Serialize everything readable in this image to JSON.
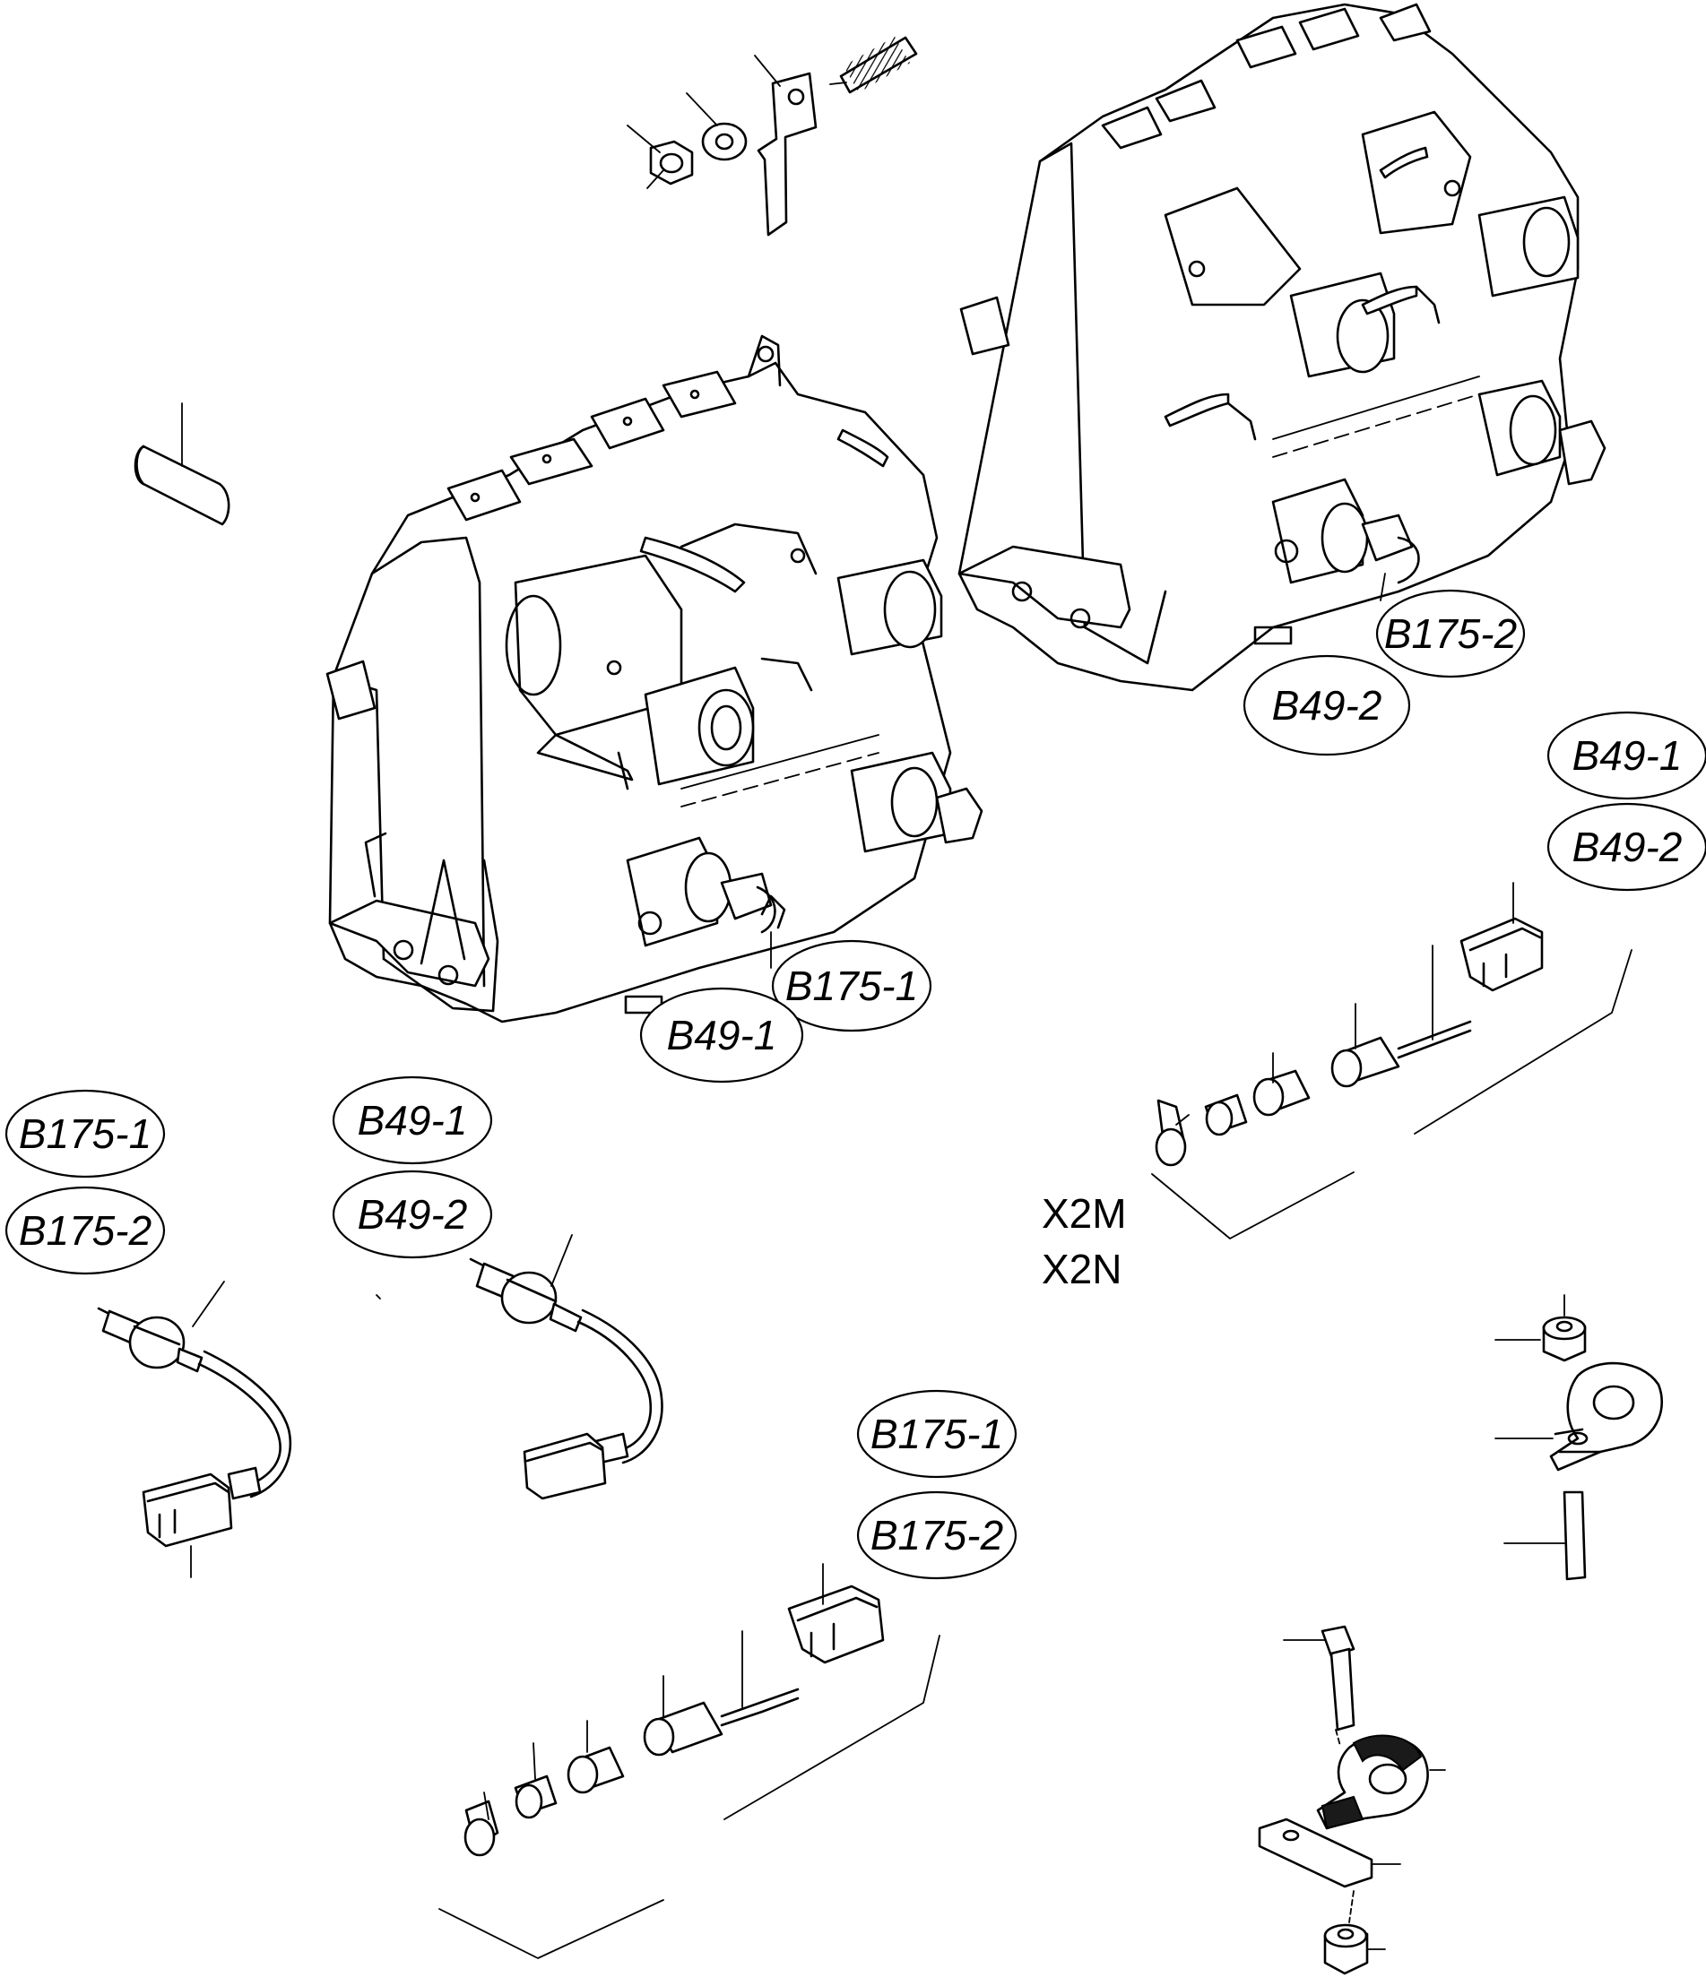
{
  "callouts": {
    "b175_2_right_valve": "B175-2",
    "b49_2_right_valve": "B49-2",
    "b175_1_left_valve": "B175-1",
    "b49_1_left_valve": "B49-1",
    "group_speed_sensor_1": "B49-1",
    "group_speed_sensor_2": "B49-2",
    "group_temp_sensor_1": "B175-1",
    "group_temp_sensor_2": "B175-2",
    "group_speed_sensor_b_1": "B49-1",
    "group_speed_sensor_b_2": "B49-2",
    "group_temp_sensor_b_1": "B175-1",
    "group_temp_sensor_b_2": "B175-2"
  },
  "connector_codes": {
    "code_1": "X2M",
    "code_2": "X2N"
  }
}
